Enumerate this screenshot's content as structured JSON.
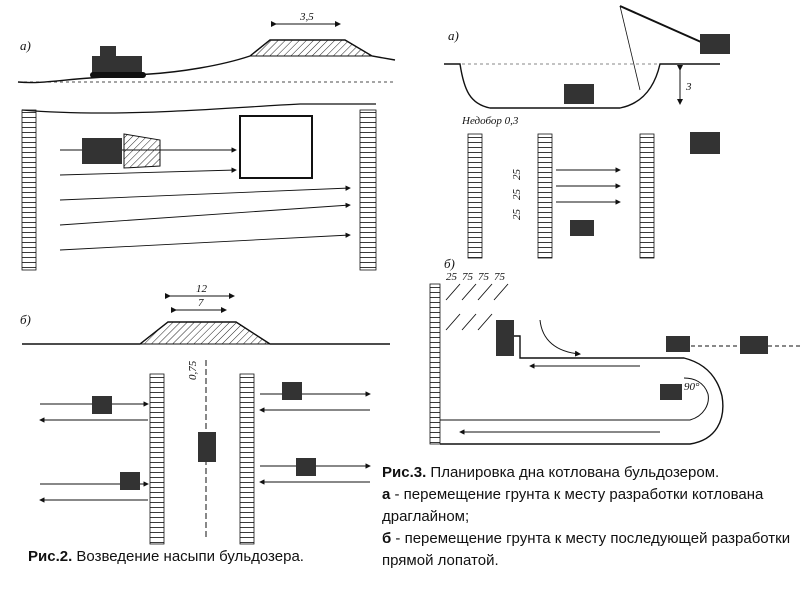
{
  "figure2": {
    "panel_a_label": "а)",
    "panel_b_label": "б)",
    "dimension_top": "3,5",
    "dimension_outer": "12",
    "dimension_inner": "7",
    "dimension_vertical": "0,75",
    "caption_prefix": "Рис.2.",
    "caption_text": " Возведение насыпи бульдозера."
  },
  "figure3": {
    "panel_a_label": "а)",
    "panel_b_label": "б)",
    "nedobor_label": "Недобор 0,3",
    "dimension_three": "3",
    "side_dims": [
      "25",
      "25",
      "25"
    ],
    "top_dims": [
      "25",
      "75",
      "75",
      "75"
    ],
    "angle_label": "90°",
    "caption_prefix": "Рис.3.",
    "caption_title": " Планировка дна котлована бульдозером.",
    "caption_a_prefix": "а",
    "caption_a_text": " - перемещение грунта к месту разработки котлована драглайном;",
    "caption_b_prefix": "б",
    "caption_b_text": " - перемещение грунта к месту последующей разработки прямой лопатой."
  }
}
